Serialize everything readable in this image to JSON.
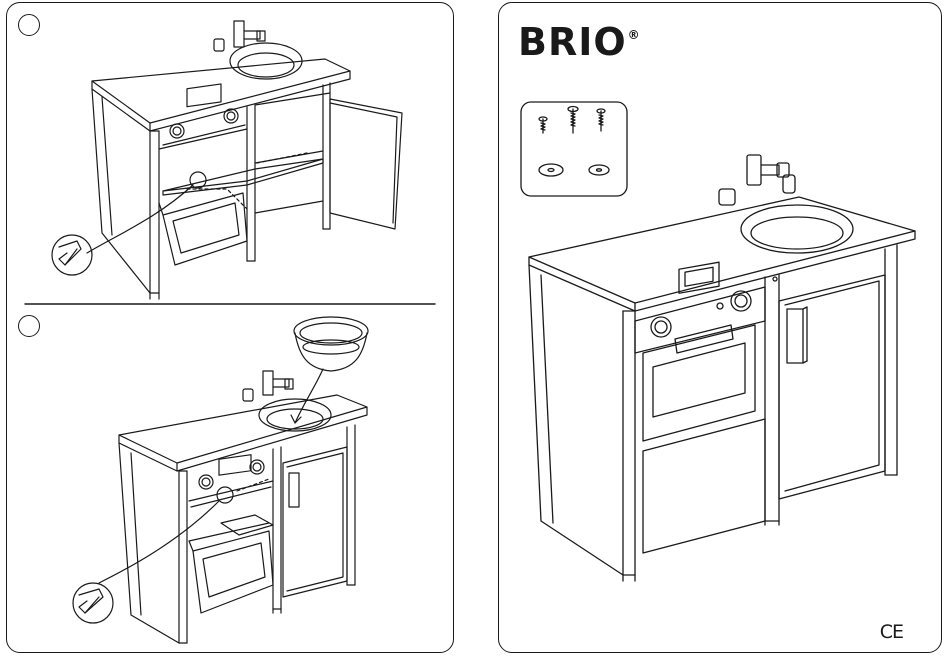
{
  "brand": {
    "name": "BRIO",
    "registered_mark": "®"
  },
  "certification": {
    "mark": "CE"
  },
  "steps": [
    {
      "id": "step-1"
    },
    {
      "id": "step-2"
    }
  ]
}
